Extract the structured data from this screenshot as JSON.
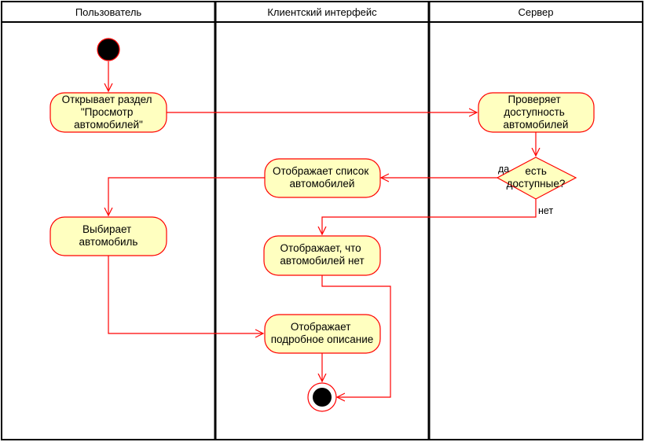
{
  "lanes": {
    "user": "Пользователь",
    "client": "Клиентский интерфейс",
    "server": "Сервер"
  },
  "nodes": {
    "open_section": [
      "Открывает раздел",
      "\"Просмотр",
      "автомобилей\""
    ],
    "check_availability": [
      "Проверяет",
      "доступность",
      "автомобилей"
    ],
    "decision": [
      "есть",
      "доступные?"
    ],
    "show_list": [
      "Отображает список",
      "автомобилей"
    ],
    "choose_car": [
      "Выбирает",
      "автомобиль"
    ],
    "show_none": [
      "Отображает, что",
      "автомобилей нет"
    ],
    "show_details": [
      "Отображает",
      "подробное описание"
    ]
  },
  "guards": {
    "yes": "да",
    "no": "нет"
  },
  "colors": {
    "node_fill": "#ffffc0",
    "node_stroke": "#ff0000",
    "edge": "#ff0000"
  }
}
